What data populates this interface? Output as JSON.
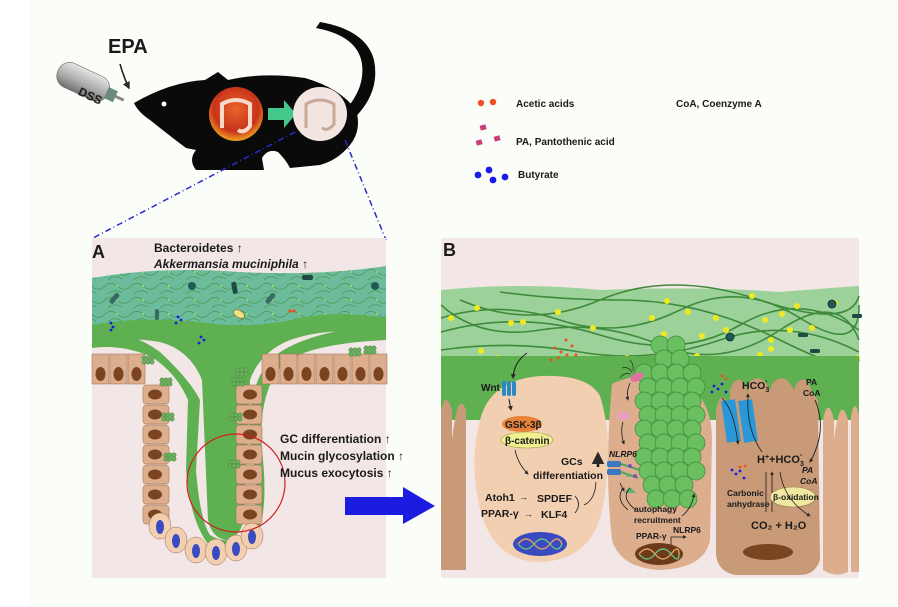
{
  "top": {
    "treatment_label": "EPA",
    "bottle_label": "DSS"
  },
  "legend": {
    "items": [
      {
        "icon": "orange-dots-icon",
        "label": "Acetic acids",
        "color": "#f04e1e"
      },
      {
        "icon": "pink-squares-icon",
        "label": "PA, Pantothenic acid",
        "color": "#c8407a"
      },
      {
        "icon": "blue-dots-icon",
        "label": "Butyrate",
        "color": "#1a1ae6"
      }
    ],
    "abbreviation": "CoA, Coenzyme A"
  },
  "panel_a": {
    "letter": "A",
    "microbes": [
      {
        "name": "Bacteroidetes",
        "italic": false,
        "change": "↑"
      },
      {
        "name": "Akkermansia muciniphila",
        "italic": true,
        "change": "↑"
      }
    ],
    "effects": [
      {
        "label": "GC differentiation",
        "change": "↑"
      },
      {
        "label": "Mucin glycosylation",
        "change": "↑"
      },
      {
        "label": "Mucus exocytosis",
        "change": "↑"
      }
    ]
  },
  "panel_b": {
    "letter": "B",
    "cell1": {
      "receptor": "Wnt",
      "gsk": "GSK-3β",
      "catenin": "β-catenin",
      "gcs_line1": "GCs",
      "gcs_line2": "differentiation",
      "atoh": "Atoh1",
      "spdef": "SPDEF",
      "ppar": "PPAR-γ",
      "klf": "KLF4",
      "arrow_small": "→"
    },
    "cell2": {
      "nlrp_top": "NLRP6",
      "autophagy_line1": "autophagy",
      "autophagy_line2": "recruitment",
      "ppar": "PPAR-γ",
      "nlrp_bottom": "NLRP6"
    },
    "cell3": {
      "hco3_top": "HCO",
      "hco3_sub": "3",
      "hco3_sup": "-",
      "pa_top": "PA",
      "coa_top": "CoA",
      "h_plus": "H",
      "plus_sup": "+",
      "plus_mid": "+",
      "hco3_mid": "HCO",
      "pa_mid": "PA",
      "coa_mid": "CoA",
      "carbonic1": "Carbonic",
      "carbonic2": "anhydrase",
      "beta_ox": "β-oxidation",
      "co2_h2o": "CO₂ + H₂O"
    }
  },
  "colors": {
    "mucus_dark": "#5fb050",
    "mucus_light": "#9cd29a",
    "mucus_teal": "#6cbc9c",
    "panel_bg": "#f2e6e6",
    "cell_light": "#f3cfb2",
    "cell_mid": "#dcae8e",
    "cell_dark": "#c99a78",
    "nucleus": "#7a4420",
    "arrow_blue": "#1c1ce0",
    "green_arrow": "#46c88c",
    "dash_line": "#2a2ad0"
  }
}
